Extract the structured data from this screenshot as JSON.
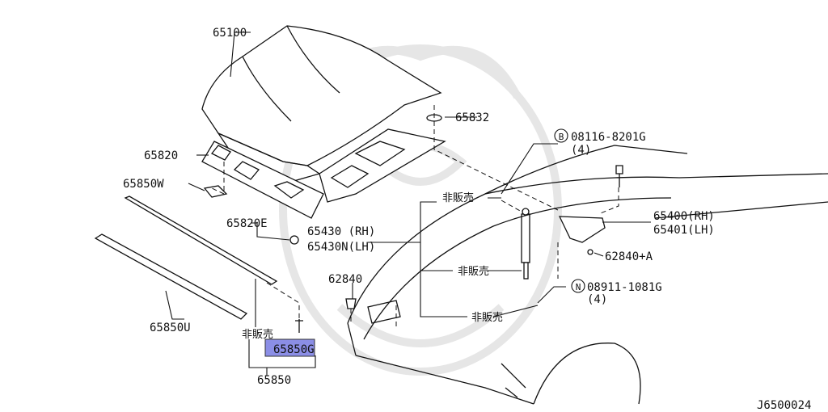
{
  "labels": {
    "hood": "65100",
    "p65832": "65832",
    "p65820": "65820",
    "p65850w": "65850W",
    "p65820e": "65820E",
    "p65430": "65430 (RH)",
    "p65430n": "65430N(LH)",
    "bolt_b": "08116-8201G",
    "bolt_b_qty": "(4)",
    "p65400": "65400(RH)",
    "p65401": "65401(LH)",
    "p62840a": "62840+A",
    "nut_n": "08911-1081G",
    "nut_n_qty": "(4)",
    "p62840": "62840",
    "p65850u": "65850U",
    "p65850g": "65850G",
    "p65850": "65850",
    "not_sold_1": "非販売",
    "not_sold_2": "非販売",
    "not_sold_3": "非販売",
    "not_sold_4": "非販売",
    "circle_b": "B",
    "circle_n": "N",
    "diagram_id": "J6500024"
  },
  "highlight_color": "#8b8ee6"
}
